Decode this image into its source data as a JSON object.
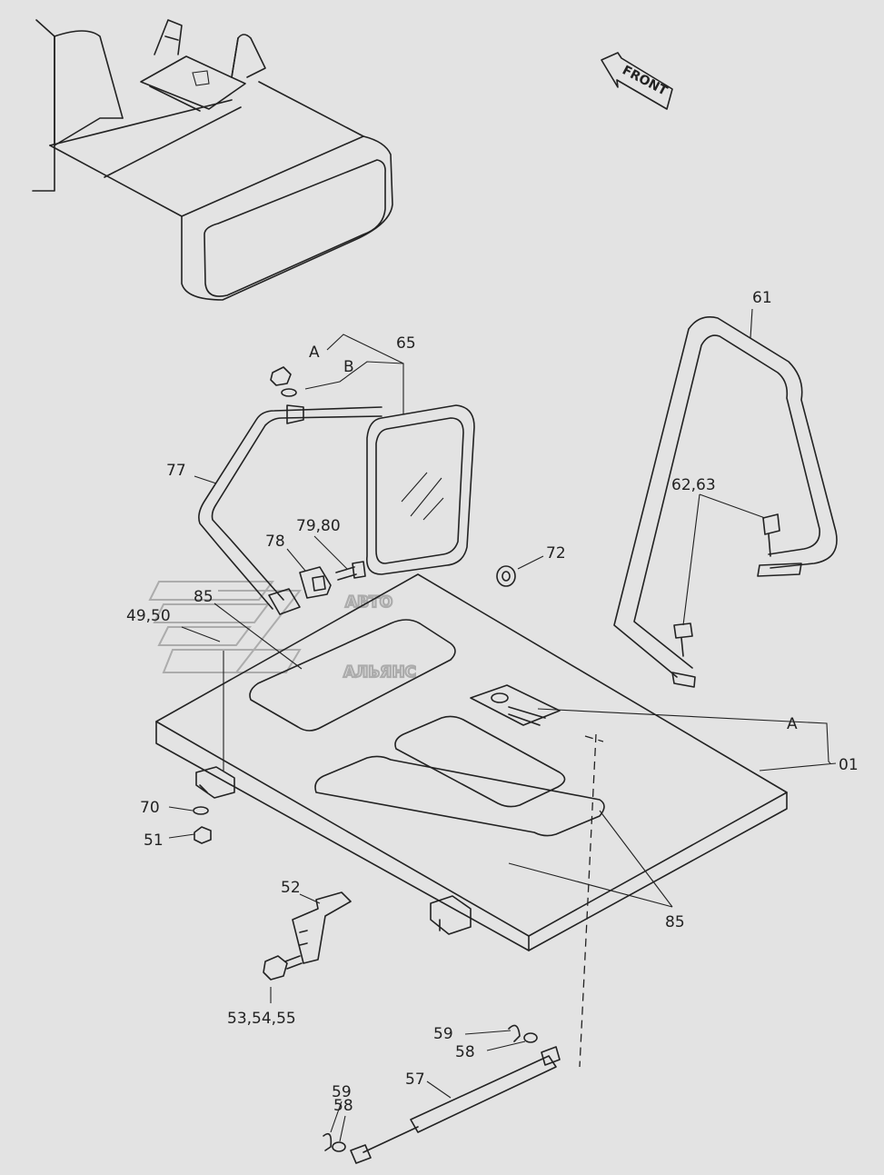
{
  "direction_label": "FRONT",
  "watermark": {
    "line1": "АВТО",
    "line2": "АЛЬЯНС"
  },
  "callouts": [
    {
      "id": "c-61",
      "text": "61"
    },
    {
      "id": "c-65",
      "text": "65"
    },
    {
      "id": "c-A-top",
      "text": "A"
    },
    {
      "id": "c-B",
      "text": "B"
    },
    {
      "id": "c-77",
      "text": "77"
    },
    {
      "id": "c-62-63",
      "text": "62,63"
    },
    {
      "id": "c-79-80",
      "text": "79,80"
    },
    {
      "id": "c-78",
      "text": "78"
    },
    {
      "id": "c-72",
      "text": "72"
    },
    {
      "id": "c-85-left",
      "text": "85"
    },
    {
      "id": "c-49-50",
      "text": "49,50"
    },
    {
      "id": "c-A-right",
      "text": "A"
    },
    {
      "id": "c-01",
      "text": "01"
    },
    {
      "id": "c-70",
      "text": "70"
    },
    {
      "id": "c-51",
      "text": "51"
    },
    {
      "id": "c-52",
      "text": "52"
    },
    {
      "id": "c-85-right",
      "text": "85"
    },
    {
      "id": "c-53-54-55",
      "text": "53,54,55"
    },
    {
      "id": "c-59-top",
      "text": "59"
    },
    {
      "id": "c-58-top",
      "text": "58"
    },
    {
      "id": "c-57",
      "text": "57"
    },
    {
      "id": "c-59-bottom",
      "text": "59"
    },
    {
      "id": "c-58-bottom",
      "text": "58"
    }
  ]
}
